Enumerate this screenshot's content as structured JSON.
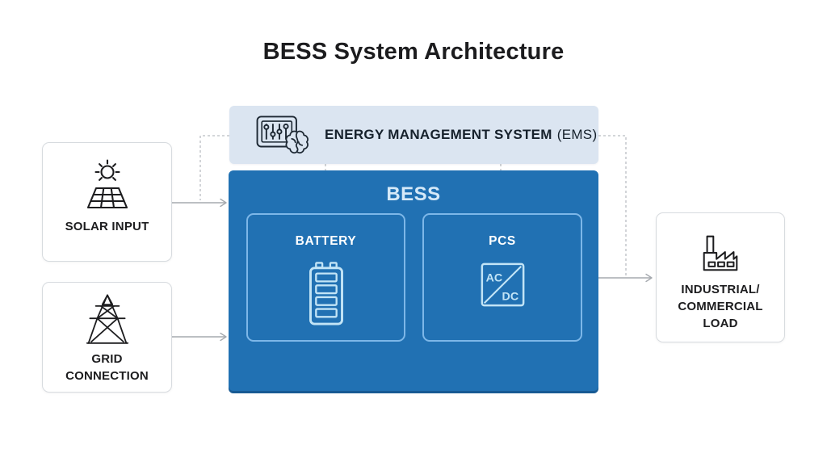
{
  "title": "BESS System Architecture",
  "ems": {
    "label": "ENERGY MANAGEMENT SYSTEM",
    "label_suffix": "(EMS)",
    "icon": "control-panel-brain-icon",
    "bg_color": "#dbe5f1"
  },
  "bess": {
    "label": "BESS",
    "bg_color": "#2171b3",
    "battery": {
      "label": "BATTERY",
      "icon": "battery-icon"
    },
    "pcs": {
      "label": "PCS",
      "icon": "ac-dc-converter-icon",
      "ac_label": "AC",
      "dc_label": "DC"
    }
  },
  "inputs": [
    {
      "label": "SOLAR INPUT",
      "icon": "solar-panel-sun-icon"
    },
    {
      "label": "GRID\nCONNECTION",
      "icon": "transmission-tower-icon"
    }
  ],
  "load": {
    "label": "INDUSTRIAL/\nCOMMERCIAL\nLOAD",
    "icon": "factory-icon"
  },
  "colors": {
    "bess_blue": "#2171b3",
    "ems_bg": "#dbe5f1",
    "light_icon_stroke": "#c2e4f6",
    "inner_box_border": "#7db7e8",
    "arrow_gray": "#a6aaaf",
    "dashed_gray": "#b9bdc2",
    "dashed_blue": "#8cc2ea",
    "node_border": "#d7dbdf",
    "text_dark": "#1d1d1f"
  }
}
